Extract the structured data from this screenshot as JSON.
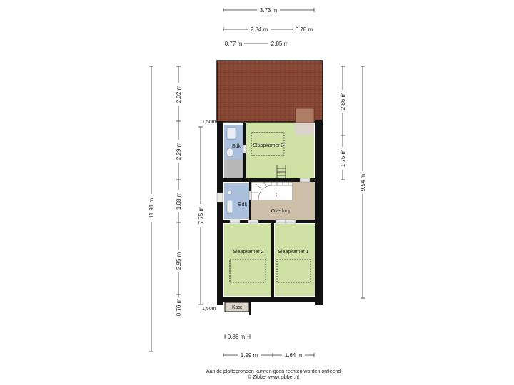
{
  "colors": {
    "roof": "#8a4a36",
    "roof_hatch": "#6e3626",
    "bedroom": "#cfe2a6",
    "bathroom": "#a9bfdc",
    "landing": "#cdbfa8",
    "storage": "#dcd3c8",
    "wall": "#111111"
  },
  "rooms": {
    "slaapkamer3": "Slaapkamer 3",
    "slaapkamer2": "Slaapkamer 2",
    "slaapkamer1": "Slaapkamer 1",
    "badkamer_top": "Bdk",
    "badkamer_mid": "Bdk",
    "overloop": "Overloop",
    "kast": "Kast"
  },
  "dimensions": {
    "top_total": "3.73 m",
    "top_row2_a": "2.84 m",
    "top_row2_b": "0.78 m",
    "top_row3_a": "0.77 m",
    "top_row3_b": "2.85 m",
    "left_total": "11.91 m",
    "left_a": "2.32 m",
    "left_b": "2.29 m",
    "left_c": "1.68 m",
    "left_d": "2.95 m",
    "left_e": "0.76 m",
    "left_inner": "7.75 m",
    "height_top": "1,50m",
    "height_bottom": "1,50m",
    "right_total": "9.54 m",
    "right_a": "2.86 m",
    "right_b": "1.75 m",
    "bottom_a": "0.88 m",
    "bottom_b1": "1.99 m",
    "bottom_b2": "1.64 m"
  },
  "footer": {
    "line1": "Aan de plattegronden kunnen geen rechten worden ontleend",
    "line2": "© Zibber www.zibber.nl"
  }
}
